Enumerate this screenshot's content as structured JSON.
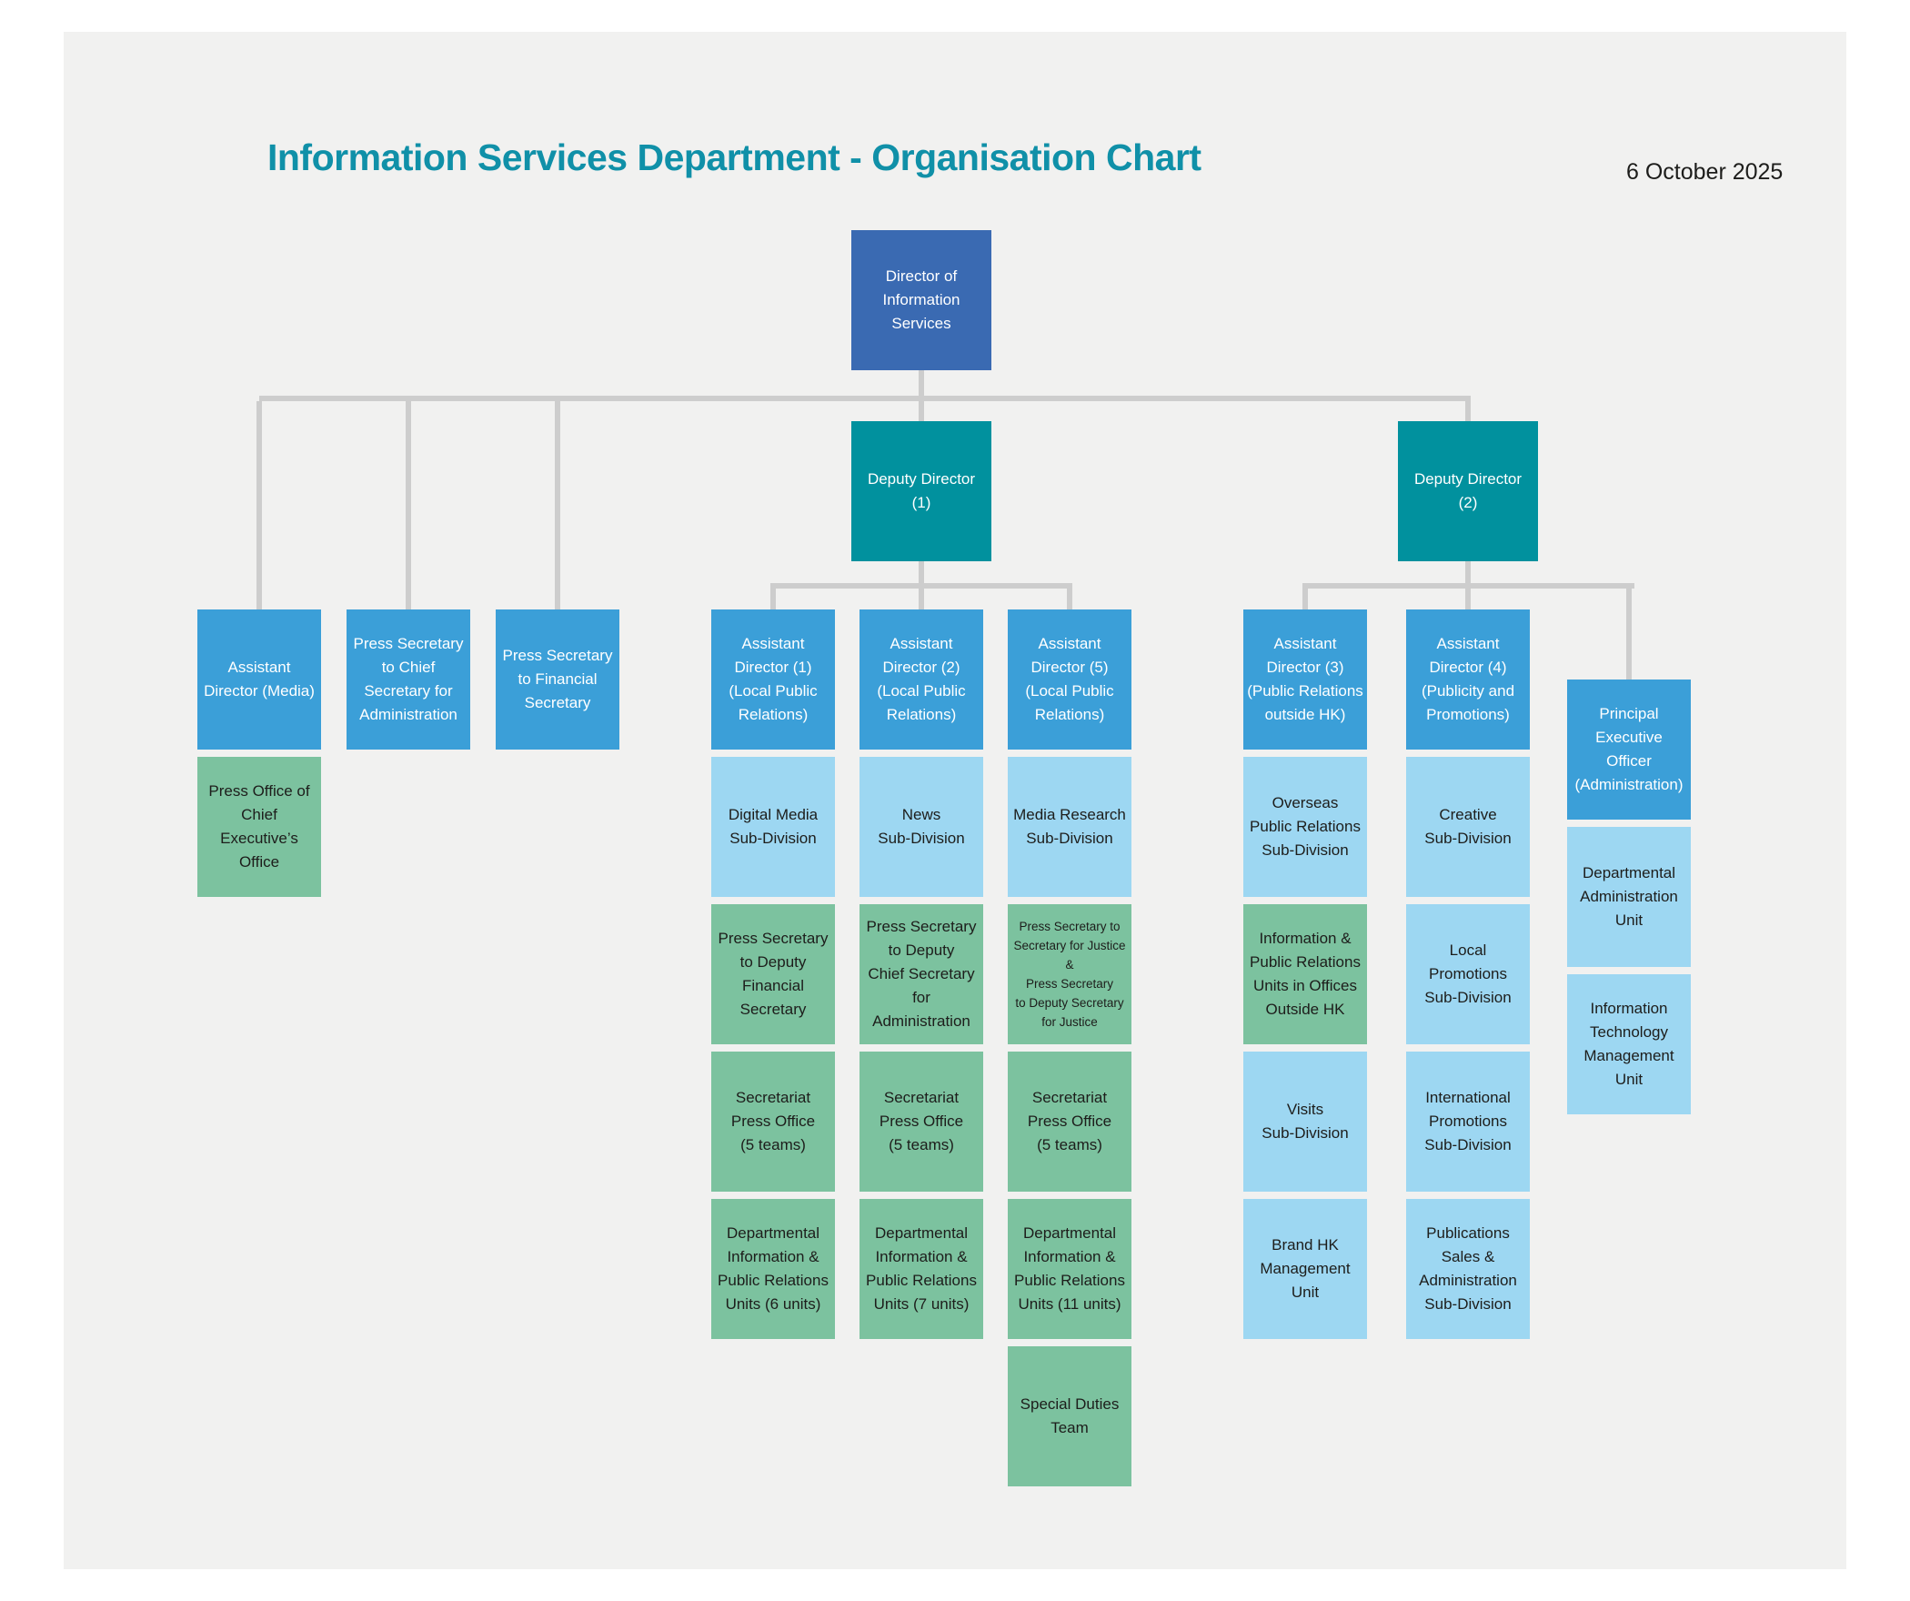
{
  "page": {
    "title": "Information Services Department - Organisation Chart",
    "date": "6 October 2025",
    "palette": {
      "title_teal": "#1090a8",
      "director_blue": "#3a6ab2",
      "deputy_teal": "#01919e",
      "officer_blue": "#3b9fd8",
      "subdivision_light_blue": "#9dd7f2",
      "unit_green": "#7cc29f",
      "connector_gray": "#cdcdcd",
      "panel_bg": "#f1f1f0"
    }
  },
  "org": {
    "nodes": [
      {
        "id": "director",
        "type": "director",
        "label": "Director of\nInformation\nServices"
      },
      {
        "id": "dd1",
        "type": "deputy",
        "label": "Deputy Director\n(1)"
      },
      {
        "id": "dd2",
        "type": "deputy",
        "label": "Deputy Director\n(2)"
      },
      {
        "id": "adMedia",
        "type": "officer",
        "label": "Assistant\nDirector (Media)"
      },
      {
        "id": "psCsa",
        "type": "officer",
        "label": "Press Secretary\nto Chief\nSecretary for\nAdministration"
      },
      {
        "id": "psFs",
        "type": "officer",
        "label": "Press Secretary\nto Financial\nSecretary"
      },
      {
        "id": "ad1",
        "type": "officer",
        "label": "Assistant\nDirector (1)\n(Local Public\nRelations)"
      },
      {
        "id": "ad2",
        "type": "officer",
        "label": "Assistant\nDirector (2)\n(Local Public\nRelations)"
      },
      {
        "id": "ad5",
        "type": "officer",
        "label": "Assistant\nDirector (5)\n(Local Public\nRelations)"
      },
      {
        "id": "ad3",
        "type": "officer",
        "label": "Assistant\nDirector (3)\n(Public Relations\noutside HK)"
      },
      {
        "id": "ad4",
        "type": "officer",
        "label": "Assistant\nDirector (4)\n(Publicity and\nPromotions)"
      },
      {
        "id": "peo",
        "type": "officer",
        "label": "Principal\nExecutive Officer\n(Administration)"
      },
      {
        "id": "ceoPressOffice",
        "type": "unit",
        "label": "Press Office of\nChief Executive’s\nOffice"
      },
      {
        "id": "digitalMedia",
        "type": "sub",
        "label": "Digital Media\nSub-Division"
      },
      {
        "id": "news",
        "type": "sub",
        "label": "News\nSub-Division"
      },
      {
        "id": "mediaResearch",
        "type": "sub",
        "label": "Media Research\nSub-Division"
      },
      {
        "id": "overseas",
        "type": "sub",
        "label": "Overseas\nPublic Relations\nSub-Division"
      },
      {
        "id": "creative",
        "type": "sub",
        "label": "Creative\nSub-Division"
      },
      {
        "id": "dau",
        "type": "sub",
        "label": "Departmental\nAdministration\nUnit"
      },
      {
        "id": "psDfs",
        "type": "unit",
        "label": "Press Secretary\nto Deputy\nFinancial\nSecretary"
      },
      {
        "id": "psDcsa",
        "type": "unit",
        "label": "Press Secretary\nto Deputy\nChief Secretary\nfor Administration"
      },
      {
        "id": "psJustice",
        "type": "unit",
        "small": true,
        "label": "Press Secretary to\nSecretary for Justice\n&\nPress Secretary\nto Deputy Secretary\nfor Justice"
      },
      {
        "id": "ipruOutside",
        "type": "unit",
        "label": "Information &\nPublic Relations\nUnits in Offices\nOutside HK"
      },
      {
        "id": "localProm",
        "type": "sub",
        "label": "Local\nPromotions\nSub-Division"
      },
      {
        "id": "itmu",
        "type": "sub",
        "label": "Information\nTechnology\nManagement\nUnit"
      },
      {
        "id": "spo1",
        "type": "unit",
        "label": "Secretariat\nPress Office\n(5 teams)"
      },
      {
        "id": "spo2",
        "type": "unit",
        "label": "Secretariat\nPress Office\n(5 teams)"
      },
      {
        "id": "spo3",
        "type": "unit",
        "label": "Secretariat\nPress Office\n(5 teams)"
      },
      {
        "id": "visits",
        "type": "sub",
        "label": "Visits\nSub-Division"
      },
      {
        "id": "intlProm",
        "type": "sub",
        "label": "International\nPromotions\nSub-Division"
      },
      {
        "id": "dipru6",
        "type": "unit",
        "label": "Departmental\nInformation &\nPublic Relations\nUnits (6 units)"
      },
      {
        "id": "dipru7",
        "type": "unit",
        "label": "Departmental\nInformation &\nPublic Relations\nUnits (7 units)"
      },
      {
        "id": "dipru11",
        "type": "unit",
        "label": "Departmental\nInformation &\nPublic Relations\nUnits (11 units)"
      },
      {
        "id": "brandHk",
        "type": "sub",
        "label": "Brand HK\nManagement\nUnit"
      },
      {
        "id": "pubsSales",
        "type": "sub",
        "label": "Publications\nSales &\nAdministration\nSub-Division"
      },
      {
        "id": "sdt",
        "type": "unit",
        "label": "Special Duties\nTeam"
      }
    ]
  }
}
